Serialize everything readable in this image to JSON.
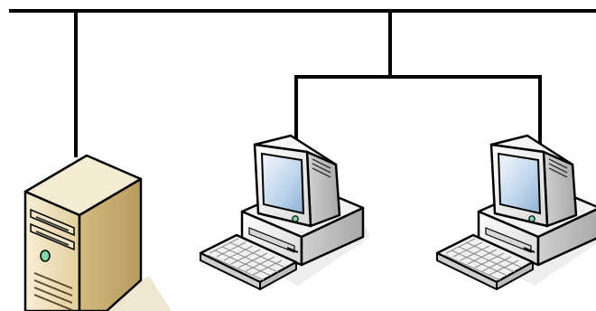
{
  "diagram": {
    "type": "network-topology",
    "topology": "bus",
    "nodes": [
      {
        "id": "server",
        "kind": "tower-server",
        "icon": "server-tower-icon"
      },
      {
        "id": "workstation-1",
        "kind": "desktop-computer",
        "icon": "desktop-computer-icon"
      },
      {
        "id": "workstation-2",
        "kind": "desktop-computer",
        "icon": "desktop-computer-icon"
      }
    ],
    "links": [
      {
        "from": "server",
        "to": "bus"
      },
      {
        "from": "workstation-1",
        "to": "bus"
      },
      {
        "from": "workstation-2",
        "to": "bus"
      }
    ],
    "colors": {
      "line": "#000000",
      "server_body": "#ecdcb2",
      "server_shadow": "#c9b07a",
      "computer_body": "#eeeeee",
      "computer_shade": "#cfcfcf",
      "screen": "#c9dcee",
      "shadow": "#e8e2d4"
    }
  }
}
